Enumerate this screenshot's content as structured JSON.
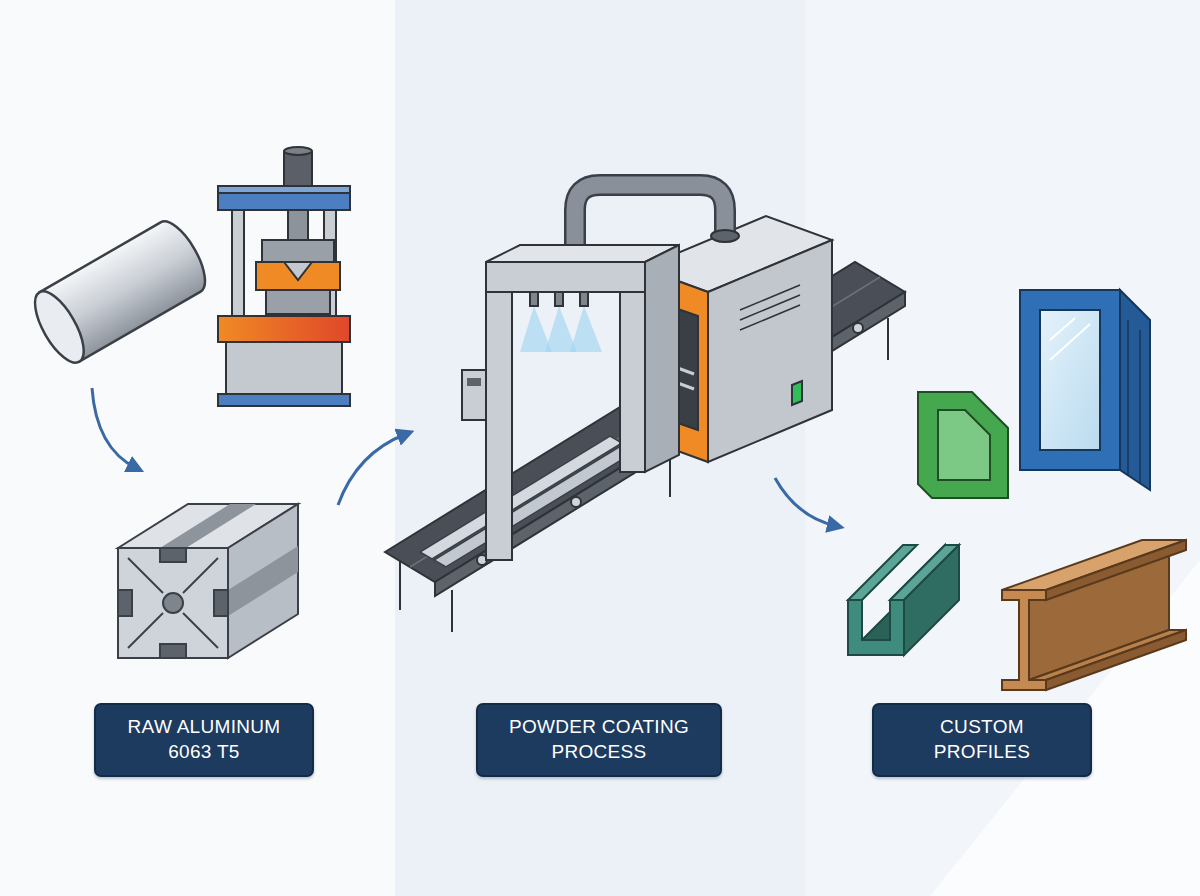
{
  "diagram": {
    "nodes": [
      {
        "text": [
          "RAW ALUMINUM 6063 T5"
        ]
      },
      {
        "text": [
          "POWDER COATING PROCESS"
        ]
      },
      {
        "text": [
          "CUSTOM PROFILES"
        ]
      }
    ]
  }
}
